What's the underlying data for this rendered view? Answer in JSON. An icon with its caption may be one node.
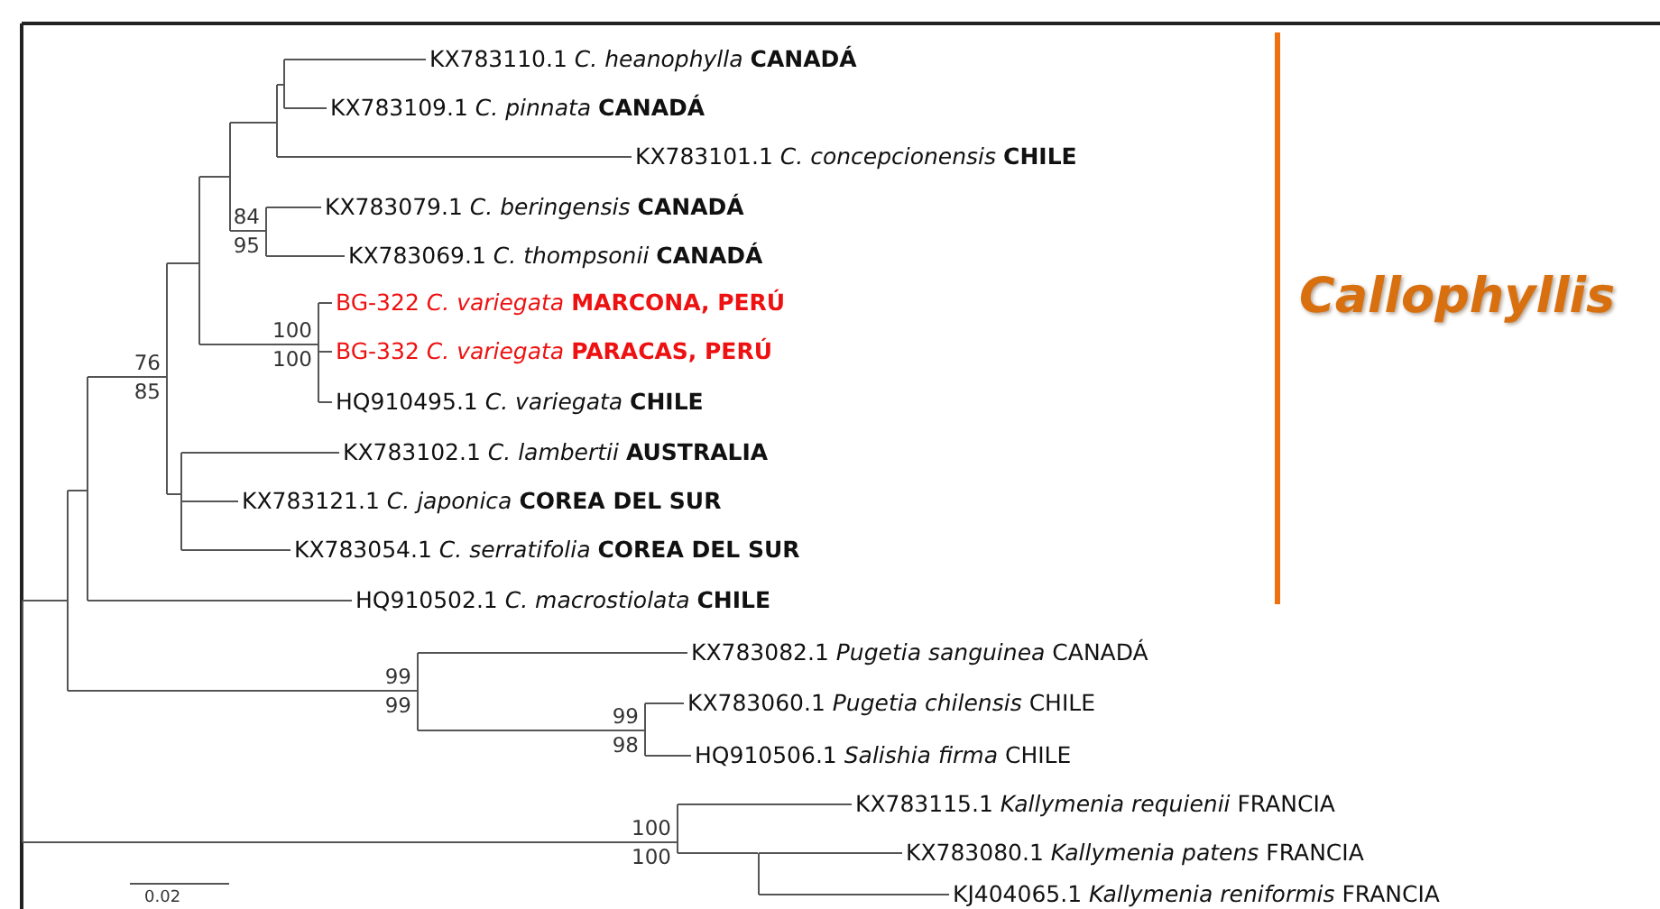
{
  "diagram": {
    "nodes": [
      {
        "text": [
          "KX783110.1 *C. heanophylla* **CANADÁ**"
        ]
      },
      {
        "text": [
          "KX783109.1 *C. pinnata* **CANADÁ**"
        ]
      },
      {
        "text": [
          "KX783101.1 *C. concepcionensis* **CHILE**"
        ]
      },
      {
        "text": [
          "KX783079.1 *C. beringensis* **CANADÁ**"
        ]
      },
      {
        "text": [
          "KX783069.1 *C. thompsonii* **CANADÁ**"
        ]
      },
      {
        "text": [
          "BG-322 *C. variegata* **MARCONA, PERÚ**"
        ]
      },
      {
        "text": [
          "BG-332 *C. variegata*  **PARACAS, PERÚ**"
        ]
      },
      {
        "text": [
          "HQ910495.1 *C. variegata* **CHILE**"
        ]
      },
      {
        "text": [
          "KX783102.1 *C. lambertii* **AUSTRALIA**"
        ]
      },
      {
        "text": [
          "KX783121.1 *C. japonica* **COREA DEL SUR**"
        ]
      },
      {
        "text": [
          "KX783054.1 *C. serratifolia* **COREA DEL SUR**"
        ]
      },
      {
        "text": [
          "HQ910502.1 *C. macrostiolata* **CHILE**"
        ]
      },
      {
        "text": [
          "KX783082.1 *Pugetia sanguinea* CANADÁ"
        ]
      },
      {
        "text": [
          "KX783060.1 *Pugetia chilensis* CHILE"
        ]
      },
      {
        "text": [
          "HQ910506.1 *Salishia firma* CHILE"
        ]
      },
      {
        "text": [
          "KX783115.1 *Kallymenia requienii* FRANCIA"
        ]
      },
      {
        "text": [
          "KX783080.1 *Kallymenia patens* FRANCIA"
        ]
      },
      {
        "text": [
          "KJ404065.1 *Kallymenia reniformis* FRANCIA"
        ]
      },
      {
        "text": [],
        "shape": "bar"
      },
      {
        "text": [],
        "shape": "bar"
      },
      {
        "text": [],
        "shape": "bar"
      },
      {
        "text": [
          "76",
          "85"
        ]
      },
      {
        "text": [],
        "shape": "bar"
      },
      {
        "text": [],
        "shape": "bar"
      },
      {
        "text": [],
        "shape": "bar"
      },
      {
        "text": [],
        "shape": "bar"
      },
      {
        "text": [],
        "shape": "bar"
      },
      {
        "text": [
          "84",
          "95"
        ]
      },
      {
        "text": [
          "100",
          "100"
        ]
      },
      {
        "text": [
          "99",
          "99"
        ]
      },
      {
        "text": [
          "99",
          "98"
        ]
      },
      {
        "text": [
          "100",
          "100"
        ]
      },
      {
        "text": [],
        "shape": "bar"
      }
    ],
    "edges": [
      {
        "from": 18,
        "to": 19,
        "arrow": "none"
      },
      {
        "from": 18,
        "to": 31,
        "arrow": "none"
      },
      {
        "from": 19,
        "to": 20,
        "arrow": "none"
      },
      {
        "from": 19,
        "to": 29,
        "arrow": "none"
      },
      {
        "from": 20,
        "to": 21,
        "arrow": "none"
      },
      {
        "from": 20,
        "to": 11,
        "arrow": "none"
      },
      {
        "from": 21,
        "to": 23,
        "arrow": "none"
      },
      {
        "from": 21,
        "to": 22,
        "arrow": "none"
      },
      {
        "from": 23,
        "to": 24,
        "arrow": "none"
      },
      {
        "from": 23,
        "to": 28,
        "arrow": "none"
      },
      {
        "from": 24,
        "to": 25,
        "arrow": "none"
      },
      {
        "from": 24,
        "to": 27,
        "arrow": "none"
      },
      {
        "from": 25,
        "to": 26,
        "arrow": "none"
      },
      {
        "from": 25,
        "to": 2,
        "arrow": "none"
      },
      {
        "from": 26,
        "to": 0,
        "arrow": "none"
      },
      {
        "from": 26,
        "to": 1,
        "arrow": "none"
      },
      {
        "from": 27,
        "to": 3,
        "arrow": "none"
      },
      {
        "from": 27,
        "to": 4,
        "arrow": "none"
      },
      {
        "from": 28,
        "to": 5,
        "arrow": "none"
      },
      {
        "from": 28,
        "to": 6,
        "arrow": "none"
      },
      {
        "from": 28,
        "to": 7,
        "arrow": "none"
      },
      {
        "from": 22,
        "to": 8,
        "arrow": "none"
      },
      {
        "from": 22,
        "to": 9,
        "arrow": "none"
      },
      {
        "from": 22,
        "to": 10,
        "arrow": "none"
      },
      {
        "from": 29,
        "to": 12,
        "arrow": "none"
      },
      {
        "from": 29,
        "to": 30,
        "arrow": "none"
      },
      {
        "from": 30,
        "to": 13,
        "arrow": "none"
      },
      {
        "from": 30,
        "to": 14,
        "arrow": "none"
      },
      {
        "from": 31,
        "to": 15,
        "arrow": "none"
      },
      {
        "from": 31,
        "to": 32,
        "arrow": "none"
      },
      {
        "from": 32,
        "to": 16,
        "arrow": "none"
      },
      {
        "from": 32,
        "to": 17,
        "arrow": "none"
      }
    ],
    "labels": [
      "Callophyllis",
      "0.02"
    ]
  }
}
